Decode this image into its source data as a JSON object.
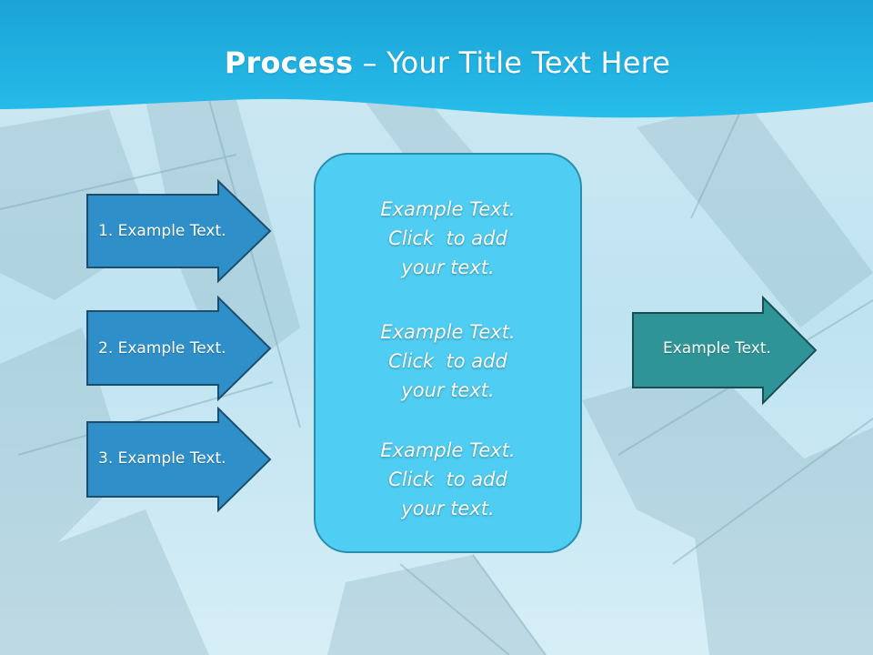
{
  "slide": {
    "title_bold": "Process",
    "title_rest": " – Your Title Text Here",
    "left_arrows": [
      {
        "label": "1. Example Text."
      },
      {
        "label": "2. Example Text."
      },
      {
        "label": "3. Example Text."
      }
    ],
    "center_blocks": [
      {
        "line1": "Example Text.",
        "line2": "Click  to add",
        "line3": "your text."
      },
      {
        "line1": "Example Text.",
        "line2": "Click  to add",
        "line3": "your text."
      },
      {
        "line1": "Example Text.",
        "line2": "Click  to add",
        "line3": "your text."
      }
    ],
    "right_arrow": {
      "label": "Example Text."
    }
  },
  "colors": {
    "header_band": "#1fb0e3",
    "left_arrow_fill": "#2f8fc9",
    "right_arrow_fill": "#2f9497",
    "center_box_fill": "#4fcdf2",
    "background": "#bfe4f1"
  }
}
